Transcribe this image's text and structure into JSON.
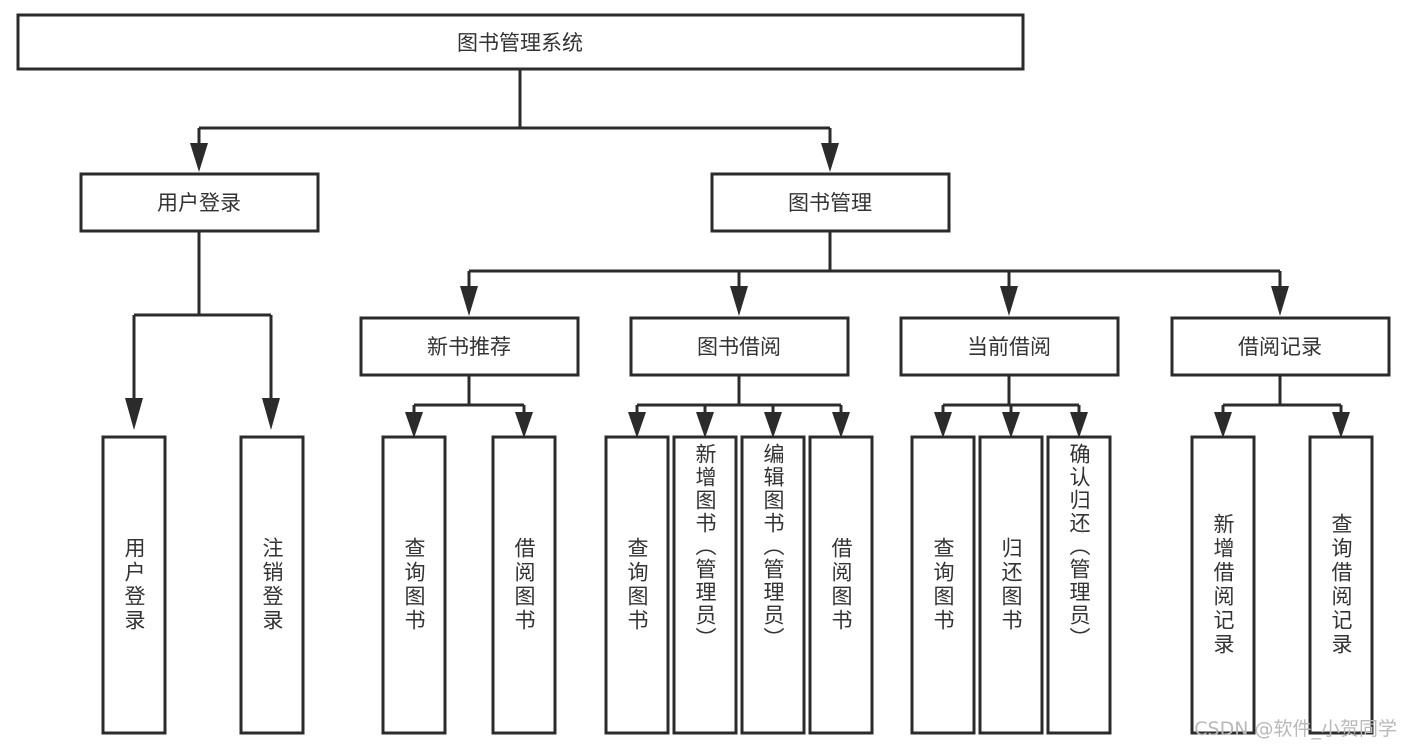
{
  "diagram": {
    "type": "tree-hierarchy-chart",
    "title": "图书管理系统",
    "stroke_color": "#2b2b2b",
    "box_fill": "#ffffff",
    "text_color": "#333333",
    "background": "#ffffff",
    "levels": [
      {
        "level": 0,
        "nodes": [
          {
            "id": "root",
            "label": "图书管理系统",
            "orientation": "horizontal"
          }
        ]
      },
      {
        "level": 1,
        "nodes": [
          {
            "id": "user-login",
            "label": "用户登录",
            "orientation": "horizontal"
          },
          {
            "id": "book-manage",
            "label": "图书管理",
            "orientation": "horizontal"
          }
        ]
      },
      {
        "level": 2,
        "nodes": [
          {
            "id": "new-book-recommend",
            "label": "新书推荐",
            "orientation": "horizontal"
          },
          {
            "id": "book-borrow",
            "label": "图书借阅",
            "orientation": "horizontal"
          },
          {
            "id": "current-borrow",
            "label": "当前借阅",
            "orientation": "horizontal"
          },
          {
            "id": "borrow-record",
            "label": "借阅记录",
            "orientation": "horizontal"
          }
        ]
      },
      {
        "level": 3,
        "nodes": [
          {
            "id": "leaf-user-login",
            "label": "用户登录",
            "orientation": "vertical",
            "parent": "user-login"
          },
          {
            "id": "leaf-user-logout",
            "label": "注销登录",
            "orientation": "vertical",
            "parent": "user-login"
          },
          {
            "id": "leaf-query-book-1",
            "label": "查询图书",
            "orientation": "vertical",
            "parent": "new-book-recommend"
          },
          {
            "id": "leaf-borrow-book-1",
            "label": "借阅图书",
            "orientation": "vertical",
            "parent": "new-book-recommend"
          },
          {
            "id": "leaf-query-book-2",
            "label": "查询图书",
            "orientation": "vertical",
            "parent": "book-borrow"
          },
          {
            "id": "leaf-add-book",
            "label": "新增图书（管理员）",
            "orientation": "vertical",
            "parent": "book-borrow"
          },
          {
            "id": "leaf-edit-book",
            "label": "编辑图书（管理员）",
            "orientation": "vertical",
            "parent": "book-borrow"
          },
          {
            "id": "leaf-borrow-book-2",
            "label": "借阅图书",
            "orientation": "vertical",
            "parent": "book-borrow"
          },
          {
            "id": "leaf-query-book-3",
            "label": "查询图书",
            "orientation": "vertical",
            "parent": "current-borrow"
          },
          {
            "id": "leaf-return-book",
            "label": "归还图书",
            "orientation": "vertical",
            "parent": "current-borrow"
          },
          {
            "id": "leaf-confirm-return",
            "label": "确认归还（管理员）",
            "orientation": "vertical",
            "parent": "current-borrow"
          },
          {
            "id": "leaf-add-record",
            "label": "新增借阅记录",
            "orientation": "vertical",
            "parent": "borrow-record"
          },
          {
            "id": "leaf-query-record",
            "label": "查询借阅记录",
            "orientation": "vertical",
            "parent": "borrow-record"
          }
        ]
      }
    ]
  },
  "watermark": {
    "text": "CSDN @软件_小贺同学"
  }
}
